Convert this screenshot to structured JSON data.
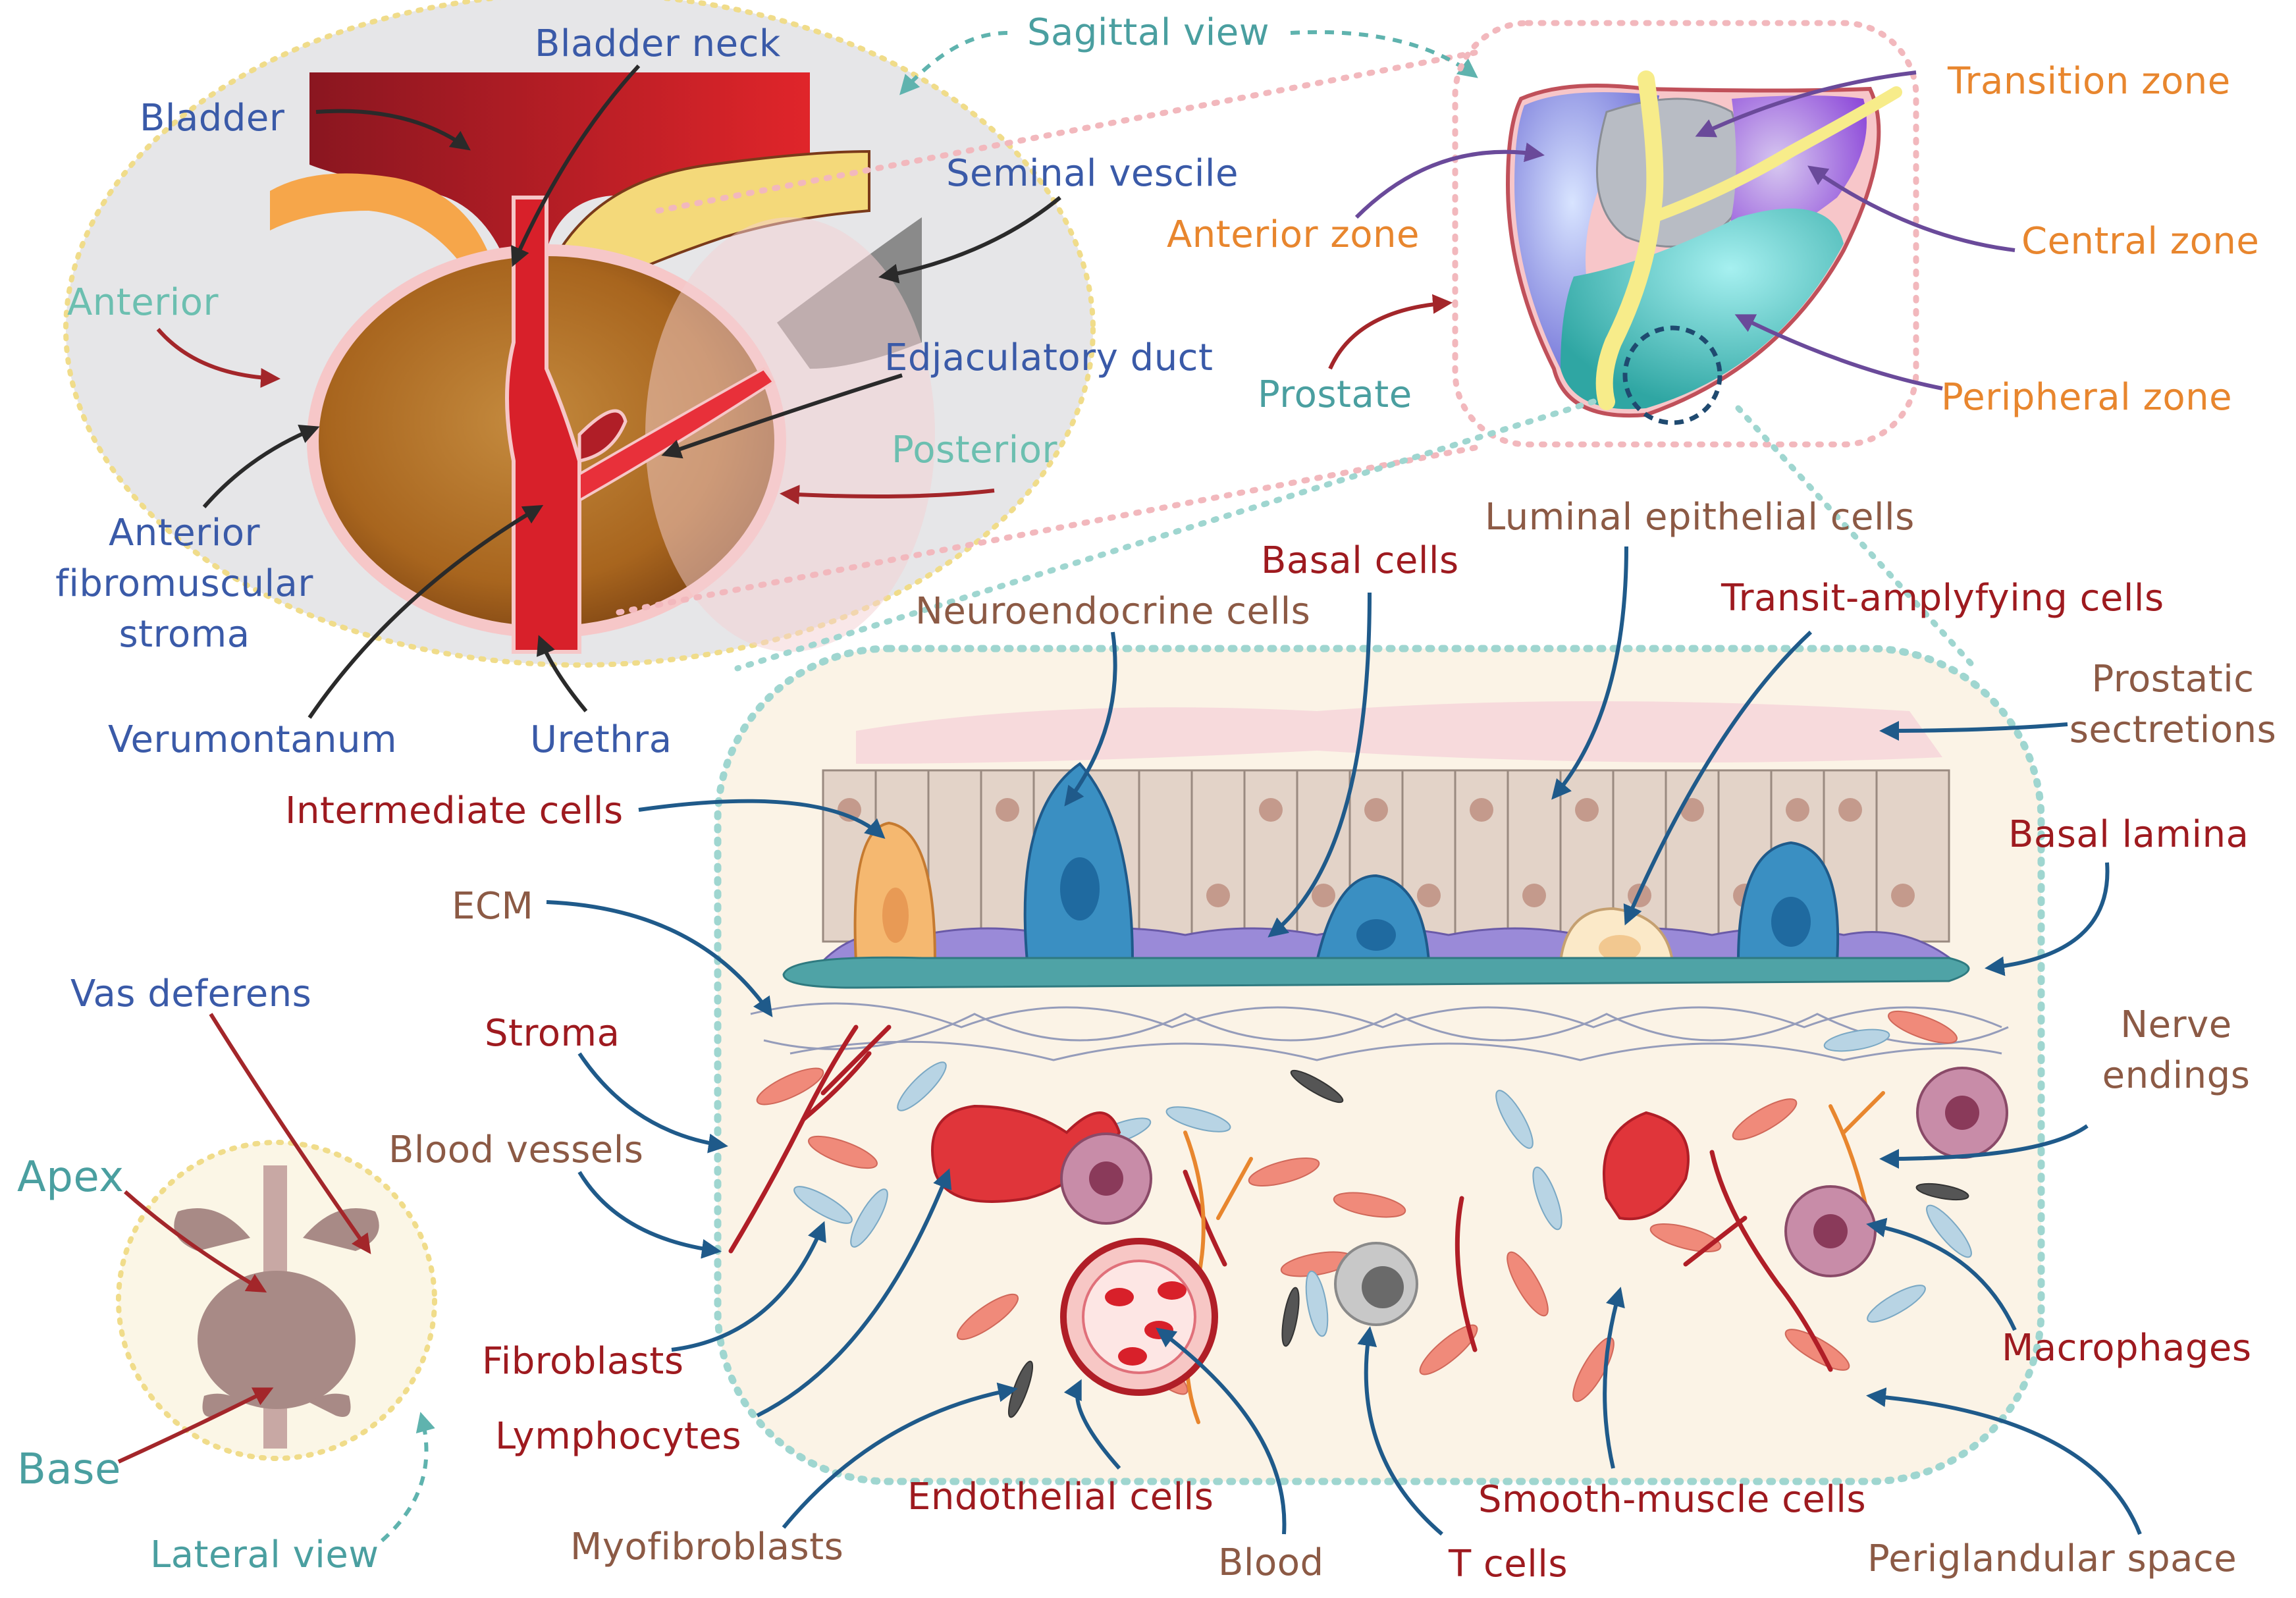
{
  "labels": {
    "bladder_neck": "Bladder neck",
    "sagittal_view": "Sagittal view",
    "bladder": "Bladder",
    "seminal_vescile": "Seminal vescile",
    "anterior": "Anterior",
    "edjaculatory_duct": "Edjaculatory duct",
    "posterior": "Posterior",
    "afs_line1": "Anterior",
    "afs_line2": "fibromuscular",
    "afs_line3": "stroma",
    "verumontanum": "Verumontanum",
    "urethra": "Urethra",
    "transition_zone": "Transition zone",
    "anterior_zone": "Anterior zone",
    "central_zone": "Central zone",
    "prostate": "Prostate",
    "peripheral_zone": "Peripheral zone",
    "luminal_epithelial_cells": "Luminal epithelial cells",
    "basal_cells": "Basal cells",
    "neuroendocrine_cells": "Neuroendocrine cells",
    "transit_amplyfying_cells": "Transit-amplyfying cells",
    "prostatic_line1": "Prostatic",
    "prostatic_line2": "sectretions",
    "intermediate_cells": "Intermediate cells",
    "basal_lamina": "Basal lamina",
    "ecm": "ECM",
    "vas_deferens": "Vas deferens",
    "stroma": "Stroma",
    "nerve_line1": "Nerve",
    "nerve_line2": "endings",
    "blood_vessels": "Blood vessels",
    "apex": "Apex",
    "fibroblasts": "Fibroblasts",
    "macrophages": "Macrophages",
    "lymphocytes": "Lymphocytes",
    "base": "Base",
    "endothelial_cells": "Endothelial cells",
    "smooth_muscle_cells": "Smooth-muscle cells",
    "myofibroblasts": "Myofibroblasts",
    "lateral_view": "Lateral view",
    "blood": "Blood",
    "t_cells": "T cells",
    "periglandular_space": "Periglandular space"
  },
  "colors": {
    "label_blue": "#3a5aa8",
    "label_teal": "#4a9fa0",
    "label_orange": "#e8862e",
    "label_red": "#9e1a1f",
    "label_brown": "#8c5a45",
    "arrow_blue": "#1f5a8a",
    "arrow_red": "#a3262a",
    "arrow_purple": "#6a4a9a",
    "dotted_teal": "#9fd6d0",
    "dotted_pink": "#f2b8bd",
    "dotted_yellow": "#f0dc8a"
  }
}
